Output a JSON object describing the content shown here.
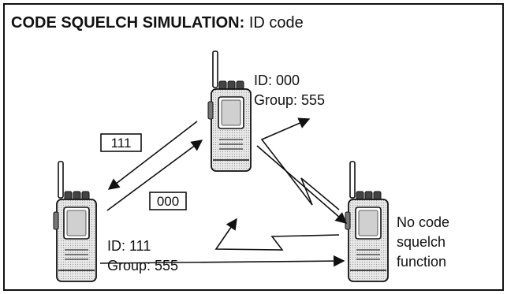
{
  "title": {
    "bold": "CODE SQUELCH SIMULATION:",
    "rest": " ID code"
  },
  "radios": {
    "top": {
      "id_label": "ID: 000",
      "group_label": "Group: 555"
    },
    "left": {
      "id_label": "ID: 111",
      "group_label": "Group: 555"
    },
    "right": {
      "lines": [
        "No code",
        "squelch",
        "function"
      ]
    }
  },
  "code_boxes": {
    "top_left": "111",
    "mid_left": "000"
  },
  "colors": {
    "ink": "#111111",
    "radio_body": "#e6e6e6",
    "radio_shade": "#bdbdbd"
  }
}
